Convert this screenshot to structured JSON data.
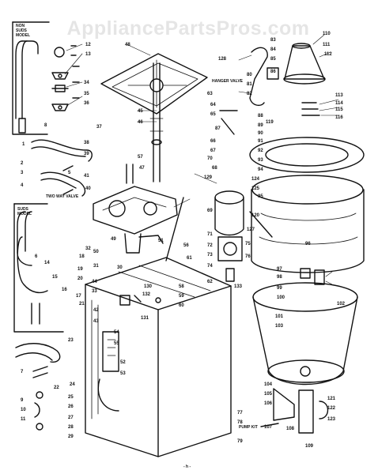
{
  "watermark": "AppliancePartsPros.com",
  "notes": {
    "box_top": [
      "NON",
      "SUDS",
      "MODEL"
    ],
    "box_suds": [
      "SUDS",
      "MODEL"
    ],
    "two_way_valve": "TWO WAY VALVE",
    "hanger_valve": "HANGER VALVE",
    "pump_kit": "PUMP KIT",
    "page_mark": "- h -"
  },
  "callouts": {
    "c12a": "12",
    "c13a": "13",
    "c34": "34",
    "c35": "35",
    "c36": "36",
    "c1": "1",
    "c8": "8",
    "c48": "48",
    "c45": "45",
    "c46": "46",
    "c57": "57",
    "c38": "38",
    "c37": "37",
    "c47": "47",
    "c39": "39",
    "c40": "40",
    "c41": "41",
    "c128": "128",
    "c129": "129",
    "c110": "110",
    "c111": "111",
    "c112": "112",
    "c113": "113",
    "c114": "114",
    "c115": "115",
    "c116": "116",
    "c119": "119",
    "c120": "120",
    "c124": "124",
    "c125": "125",
    "c127": "127",
    "c130": "130",
    "c131": "131",
    "c132": "132",
    "c133": "133",
    "c83": "83",
    "c84": "84",
    "c85": "85",
    "c86": "86",
    "c87": "87",
    "c88": "88",
    "c89": "89",
    "c90": "90",
    "c91": "91",
    "c92": "92",
    "c93": "93",
    "c94": "94",
    "c95": "95",
    "c96": "96",
    "c97": "97",
    "c98": "98",
    "c99": "99",
    "c100": "100",
    "c101": "101",
    "c102": "102",
    "c103": "103",
    "c104": "104",
    "c105": "105",
    "c106": "106",
    "c107": "107",
    "c108": "108",
    "c109": "109",
    "c121": "121",
    "c122": "122",
    "c123": "123",
    "c49": "49",
    "c50": "50",
    "c51": "51",
    "c52": "52",
    "c53": "53",
    "c54": "54",
    "c55": "55",
    "c56": "56",
    "c58": "58",
    "c59": "59",
    "c60": "60",
    "c61": "61",
    "c62": "62",
    "c63": "63",
    "c64": "64",
    "c65": "65",
    "c66": "66",
    "c67": "67",
    "c68": "68",
    "c69": "69",
    "c70": "70",
    "c71": "71",
    "c72": "72",
    "c73": "73",
    "c74": "74",
    "c75": "75",
    "c76": "76",
    "c77": "77",
    "c78": "78",
    "c79": "79",
    "c80": "80",
    "c81": "81",
    "c82": "82",
    "c2": "2",
    "c3": "3",
    "c4": "4",
    "c5": "5",
    "c6": "6",
    "c7": "7",
    "c9": "9",
    "c10": "10",
    "c11": "11",
    "c14": "14",
    "c15": "15",
    "c16": "16",
    "c17": "17",
    "c18": "18",
    "c19": "19",
    "c20": "20",
    "c21": "21",
    "c22": "22",
    "c23": "23",
    "c24": "24",
    "c25": "25",
    "c26": "26",
    "c27": "27",
    "c28": "28",
    "c29": "29",
    "c30": "30",
    "c31": "31",
    "c32": "32",
    "c33": "33",
    "c42": "42",
    "c43": "43",
    "c44": "44"
  }
}
